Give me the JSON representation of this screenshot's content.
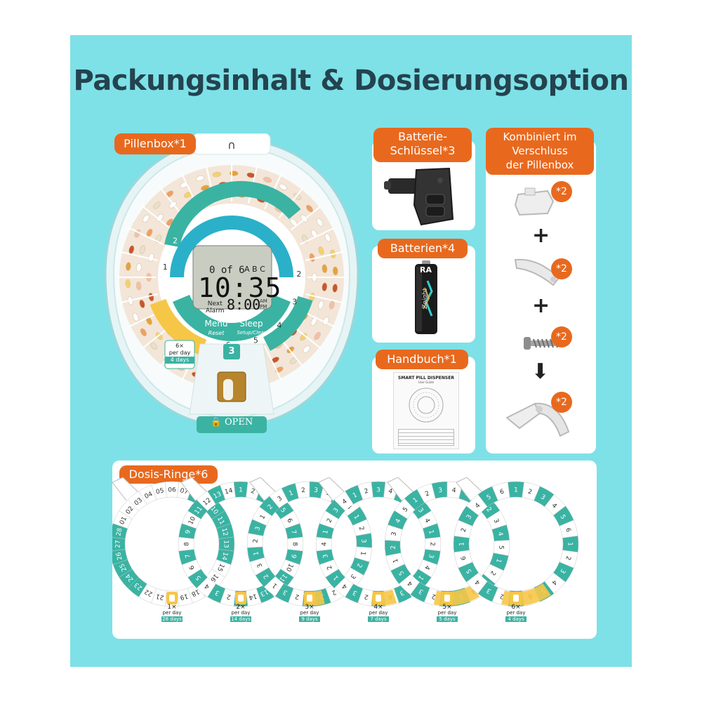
{
  "title": "Packungsinhalt & Dosierungsoption",
  "labels": {
    "pillbox": "Pillenbox*1",
    "keys_line1": "Batterie-",
    "keys_line2": "Schlüssel*3",
    "combo_line1": "Kombiniert im",
    "combo_line2": "Verschluss",
    "combo_line3": "der Pillenbox",
    "batteries": "Batterien*4",
    "manual": "Handbuch*1",
    "rings": "Dosis-Ringe*6"
  },
  "device": {
    "time": "10:35",
    "alarm_time": "8:00",
    "next_label": "Next",
    "alarm_label": "Alarm",
    "alarm_count": "0 of 6",
    "sound": "A B C",
    "menu": "Menu",
    "menu_sub": "Reset",
    "sleep": "Sleep",
    "sleep_sub": "Setup/Clear",
    "open": "OPEN",
    "slot": "3",
    "am": "AM",
    "pm": "PM",
    "dose_badge_line1": "6×",
    "dose_badge_line2": "per day",
    "dose_badge_line3": "4 days",
    "ring_numbers": [
      "1",
      "2",
      "3",
      "4",
      "5",
      "6",
      "1",
      "2",
      "3",
      "4",
      "5",
      "6"
    ]
  },
  "battery": {
    "brand": "RA",
    "script": "Zeight"
  },
  "manual_doc": {
    "title": "SMART PILL DISPENSER",
    "subtitle": "User Guide"
  },
  "combo_badges": [
    "*2",
    "*2",
    "*2",
    "*2"
  ],
  "combo_plus": "+",
  "rings": [
    {
      "times": "1×",
      "per": "per day",
      "days": "28 days",
      "numbers": [
        "20",
        "21",
        "22",
        "23",
        "24",
        "25",
        "26",
        "27",
        "28",
        "01",
        "02",
        "03",
        "04",
        "05",
        "06",
        "07",
        "08",
        "09",
        "10",
        "11",
        "12",
        "13",
        "14",
        "15",
        "16",
        "17",
        "18",
        "19"
      ]
    },
    {
      "times": "2×",
      "per": "per day",
      "days": "14 days",
      "numbers": [
        "1",
        "2",
        "3",
        "4",
        "5",
        "6",
        "7",
        "8",
        "9",
        "10",
        "11",
        "12",
        "13",
        "14",
        "1",
        "2",
        "3",
        "4",
        "5",
        "6",
        "7",
        "8",
        "9",
        "10",
        "11",
        "12",
        "13",
        "14"
      ]
    },
    {
      "times": "3×",
      "per": "per day",
      "days": "9 days",
      "numbers": [
        "1",
        "2",
        "3",
        "1",
        "2",
        "3",
        "1",
        "2",
        "3",
        "1",
        "2",
        "3",
        "1",
        "2",
        "3",
        "1",
        "2",
        "3",
        "1",
        "2",
        "3",
        "1",
        "2",
        "3",
        "1",
        "2",
        "3"
      ]
    },
    {
      "times": "4×",
      "per": "per day",
      "days": "7 days",
      "numbers": [
        "1",
        "2",
        "3",
        "4",
        "1",
        "2",
        "3",
        "4",
        "1",
        "2",
        "3",
        "4",
        "1",
        "2",
        "3",
        "4",
        "1",
        "2",
        "3",
        "4",
        "1",
        "2",
        "3",
        "4",
        "1",
        "2",
        "3",
        "4"
      ]
    },
    {
      "times": "5×",
      "per": "per day",
      "days": "5 days",
      "numbers": [
        "1",
        "2",
        "3",
        "4",
        "5",
        "1",
        "2",
        "3",
        "4",
        "5",
        "1",
        "2",
        "3",
        "4",
        "5",
        "1",
        "2",
        "3",
        "4",
        "5",
        "1",
        "2",
        "3",
        "4",
        "5"
      ]
    },
    {
      "times": "6×",
      "per": "per day",
      "days": "4 days",
      "numbers": [
        "1",
        "2",
        "3",
        "4",
        "5",
        "6",
        "1",
        "2",
        "3",
        "4",
        "5",
        "6",
        "1",
        "2",
        "3",
        "4",
        "5",
        "6",
        "1",
        "2",
        "3",
        "4",
        "5",
        "6"
      ]
    }
  ],
  "colors": {
    "background": "#7ee1e7",
    "orange": "#e8691e",
    "teal": "#3ab3a3",
    "yellow": "#f6c646",
    "title": "#23434f"
  }
}
